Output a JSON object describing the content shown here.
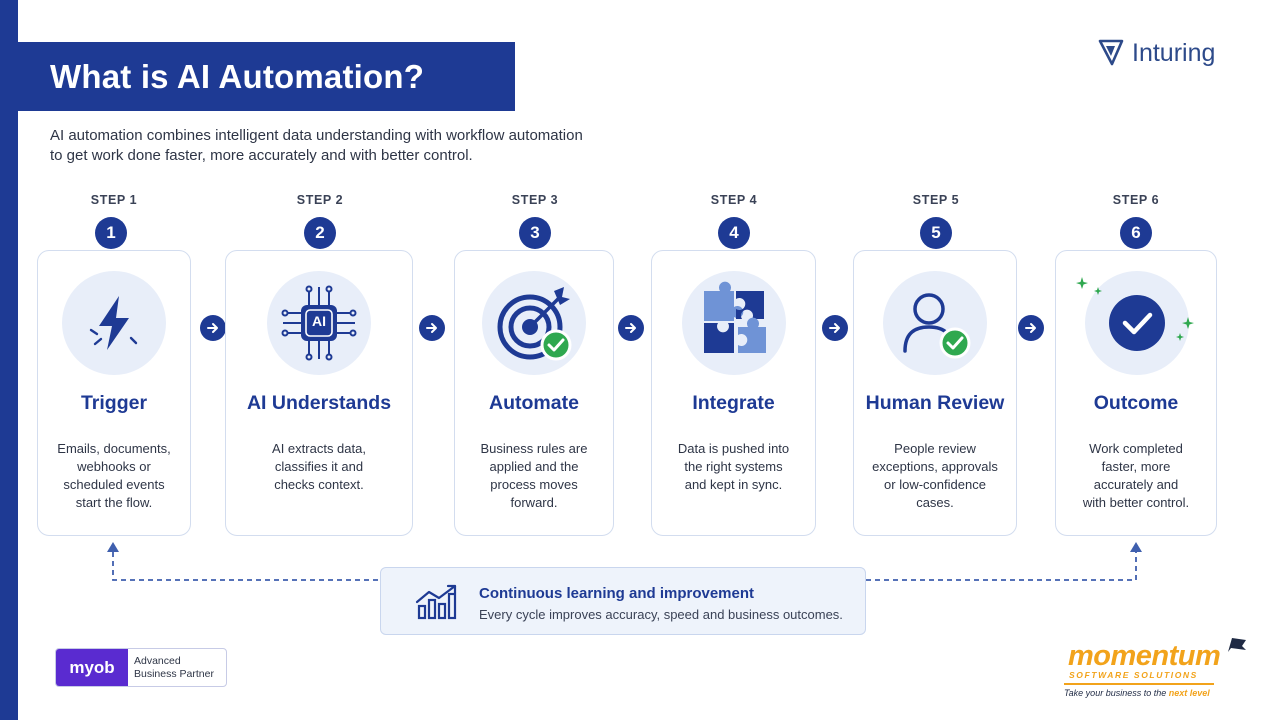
{
  "header": {
    "title": "What is AI Automation?",
    "brand": "Inturing"
  },
  "intro": {
    "line1": "AI automation combines intelligent data understanding with workflow automation",
    "line2": "to get work done faster, more accurately and with better control."
  },
  "steps": [
    {
      "label": "STEP 1",
      "number": "1",
      "title": "Trigger",
      "desc": [
        "Emails, documents,",
        "webhooks or",
        "scheduled events",
        "start the flow."
      ],
      "icon": "lightning-icon"
    },
    {
      "label": "STEP 2",
      "number": "2",
      "title": "AI Understands",
      "desc": [
        "AI extracts data,",
        "classifies it and",
        "checks context."
      ],
      "icon": "ai-chip-icon",
      "icon_text": "AI"
    },
    {
      "label": "STEP 3",
      "number": "3",
      "title": "Automate",
      "desc": [
        "Business rules are",
        "applied and the",
        "process moves",
        "forward."
      ],
      "icon": "target-check-icon"
    },
    {
      "label": "STEP 4",
      "number": "4",
      "title": "Integrate",
      "desc": [
        "Data is pushed into",
        "the right systems",
        "and kept in sync."
      ],
      "icon": "puzzle-icon"
    },
    {
      "label": "STEP 5",
      "number": "5",
      "title": "Human Review",
      "desc": [
        "People review",
        "exceptions, approvals",
        "or low-confidence",
        "cases."
      ],
      "icon": "user-check-icon"
    },
    {
      "label": "STEP 6",
      "number": "6",
      "title": "Outcome",
      "desc": [
        "Work completed",
        "faster, more",
        "accurately and",
        "with better control."
      ],
      "icon": "check-circle-icon"
    }
  ],
  "learning": {
    "title": "Continuous learning and improvement",
    "subtitle": "Every cycle improves accuracy, speed and business outcomes.",
    "icon": "growth-chart-icon"
  },
  "partners": {
    "myob_logo": "myob",
    "myob_line1": "Advanced",
    "myob_line2": "Business Partner",
    "momentum_word": "momentum",
    "momentum_sub": "SOFTWARE SOLUTIONS",
    "momentum_tag_prefix": "Take your business to the ",
    "momentum_tag_emph": "next level"
  },
  "colors": {
    "primary": "#1e3a94",
    "icon_disc": "#e8eef9",
    "check_green": "#2fa84f",
    "puzzle_light": "#6f93d6",
    "momentum_orange": "#f2a31b",
    "myob_purple": "#5a2bd0"
  }
}
